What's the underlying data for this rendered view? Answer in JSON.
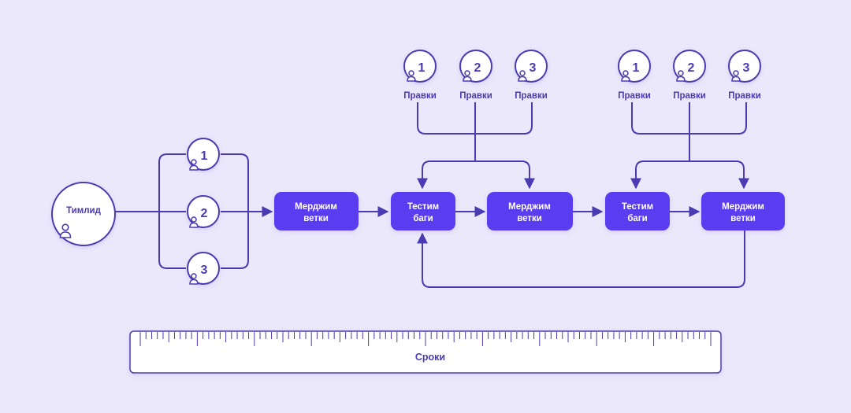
{
  "lead": {
    "label": "Тимлид",
    "icon": "person-icon"
  },
  "developers": [
    "1",
    "2",
    "3"
  ],
  "merge_label_line1": "Мерджим",
  "merge_label_line2": "ветки",
  "test_label_line1": "Тестим",
  "test_label_line2": "баги",
  "reviewers": [
    {
      "number": "1",
      "label": "Правки"
    },
    {
      "number": "2",
      "label": "Правки"
    },
    {
      "number": "3",
      "label": "Правки"
    }
  ],
  "timeline_label": "Сроки",
  "colors": {
    "background": "#ebe8fb",
    "accent": "#5a3cf0",
    "line": "#4b3bb3",
    "node_fill": "#ffffff",
    "text": "#4b3bb3"
  }
}
